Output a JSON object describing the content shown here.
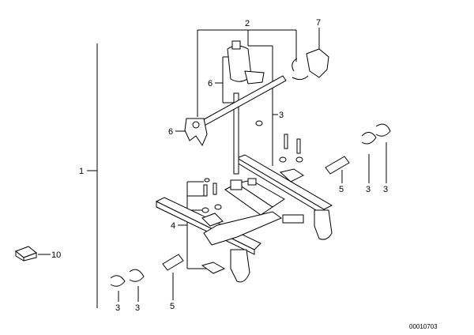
{
  "callouts": {
    "c1": "1",
    "c2": "2",
    "c7": "7",
    "c6_upper": "6",
    "c3_upper": "3",
    "c6_lower": "6",
    "c4": "4",
    "c10": "10",
    "c3_bl": "3",
    "c3_bm": "3",
    "c5_bottom": "5",
    "c5_right": "5",
    "c3_ra": "3",
    "c3_rb": "3"
  },
  "diagram_code": "00010703"
}
